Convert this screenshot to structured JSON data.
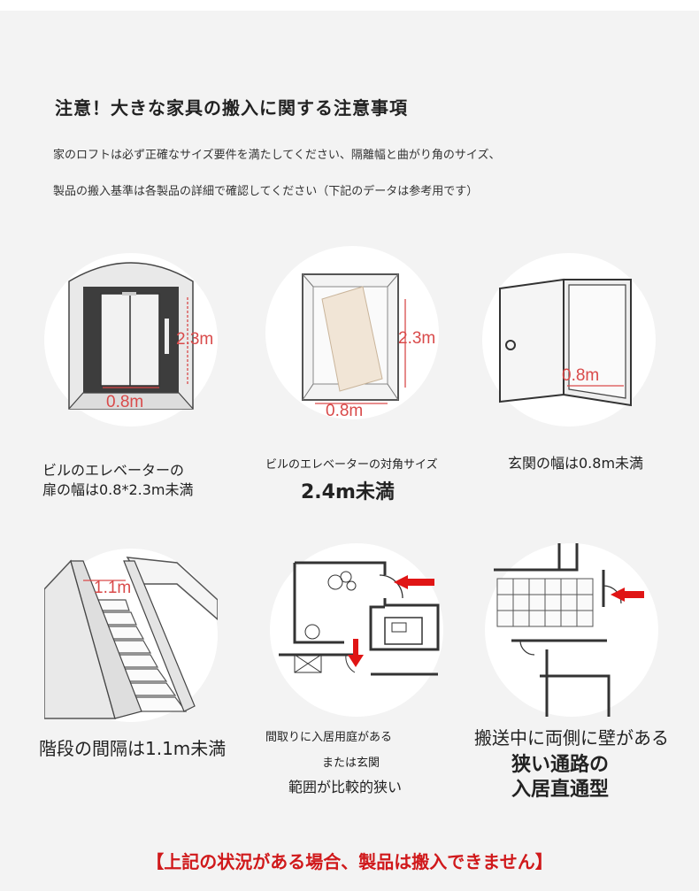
{
  "header": {
    "title": "注意！大きな家具の搬入に関する注意事項",
    "line1": "家のロフトは必ず正確なサイズ要件を満たしてください、隔離幅と曲がり角のサイズ、",
    "line2": "製品の搬入基準は各製品の詳細で確認してください（下記のデータは参考用です）"
  },
  "items": [
    {
      "dims": [
        "2.3m",
        "0.8m"
      ],
      "label_lines": [
        "ビルのエレベーターの",
        "扉の幅は0.8*2.3m未満"
      ]
    },
    {
      "dims": [
        "2.3m",
        "0.8m"
      ],
      "label_lines": [
        "ビルのエレベーターの対角サイズ",
        "2.4m未満"
      ]
    },
    {
      "dims": [
        "0.8m"
      ],
      "label_lines": [
        "玄関の幅は0.8m未満"
      ]
    },
    {
      "dims": [
        "1.1m"
      ],
      "label_lines": [
        "階段の間隔は1.1m未満"
      ]
    },
    {
      "label_lines": [
        "間取りに入居用庭がある",
        "または玄関",
        "範囲が比較的狭い"
      ]
    },
    {
      "label_lines": [
        "搬送中に両側に壁がある",
        "狭い通路の",
        "入居直通型"
      ]
    }
  ],
  "footer": {
    "warning": "【上記の状況がある場合、製品は搬入できません】"
  },
  "colors": {
    "accent_red": "#d0191b",
    "dimension_red": "#d94a4a"
  }
}
